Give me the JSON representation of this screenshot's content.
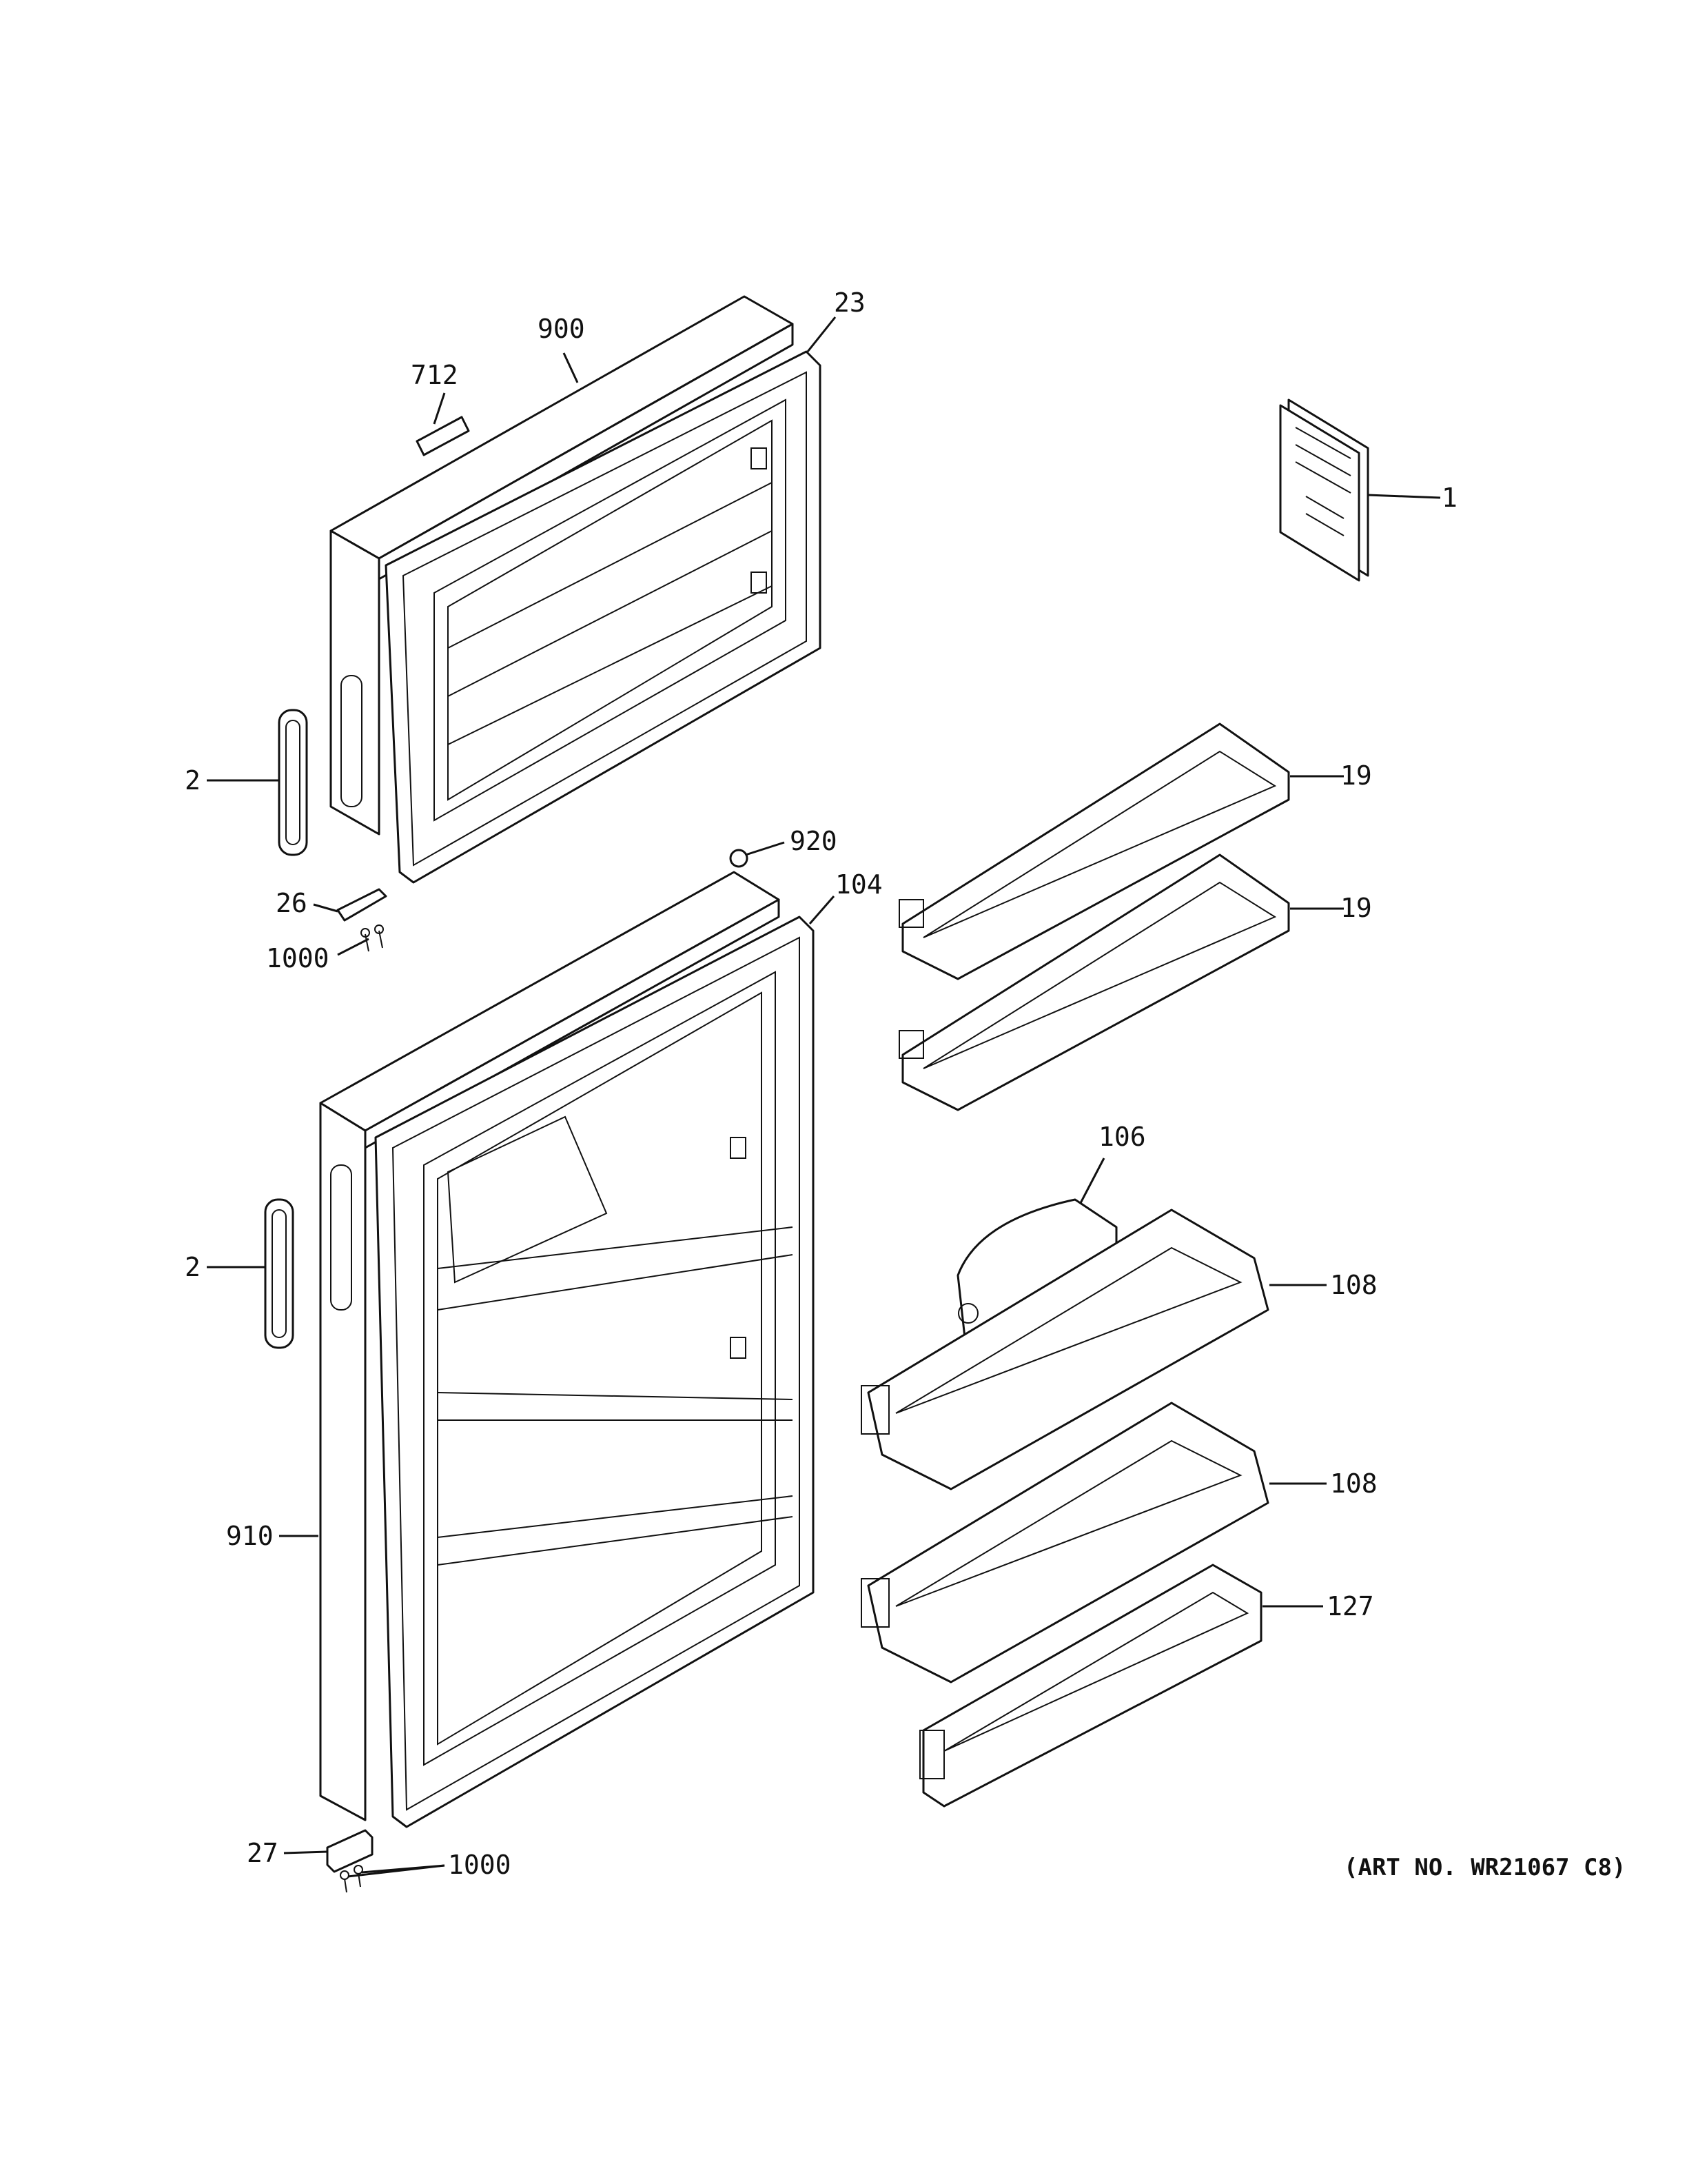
{
  "callouts": {
    "c900": "900",
    "c23": "23",
    "c712": "712",
    "c1": "1",
    "c2_top": "2",
    "c19_a": "19",
    "c19_b": "19",
    "c920": "920",
    "c104": "104",
    "c26": "26",
    "c1000_top": "1000",
    "c106": "106",
    "c108_a": "108",
    "c2_bottom": "2",
    "c108_b": "108",
    "c910": "910",
    "c127": "127",
    "c27": "27",
    "c1000_bottom": "1000"
  },
  "art_number": "(ART NO. WR21067 C8)"
}
